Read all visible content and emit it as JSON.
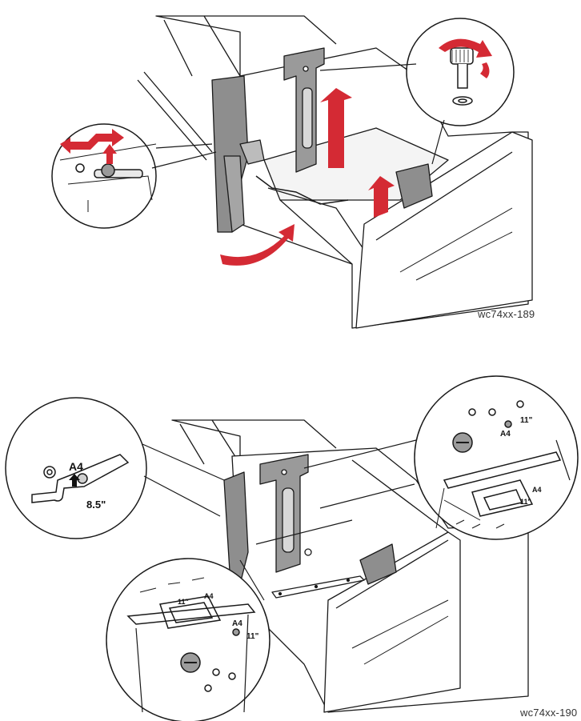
{
  "figures": [
    {
      "caption": "wc74xx-189"
    },
    {
      "caption": "wc74xx-190",
      "labels": {
        "left_a4": "A4",
        "left_size": "8.5\"",
        "right_size": "11\"",
        "right_a4": "A4",
        "right_small_a4": "A4",
        "right_small_size": "11\"",
        "bottom_top_size": "11\"",
        "bottom_top_a4": "A4",
        "bottom_a4": "A4",
        "bottom_size": "11\""
      }
    }
  ],
  "colors": {
    "arrow": "#d42a34",
    "guide": "#8a8a8a",
    "line": "#1a1a1a"
  }
}
